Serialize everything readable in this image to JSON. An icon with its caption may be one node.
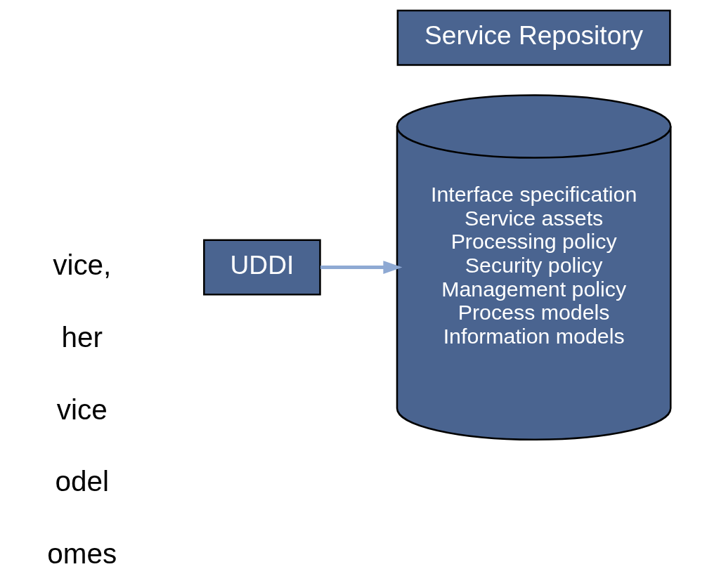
{
  "diagram": {
    "nodes": [
      {
        "text": [
          "UDDI"
        ]
      },
      {
        "text": [
          "Service Repository"
        ]
      },
      {
        "text": [
          "Interface specification",
          "Service assets",
          "Processing policy",
          "Security policy",
          "Management policy",
          "Process models",
          "Information models"
        ]
      }
    ],
    "edges": [
      {
        "from": 0,
        "to": 2,
        "arrow": "to"
      }
    ],
    "labels": [
      "vice,",
      "her",
      "vice",
      "odel",
      "omes"
    ]
  }
}
